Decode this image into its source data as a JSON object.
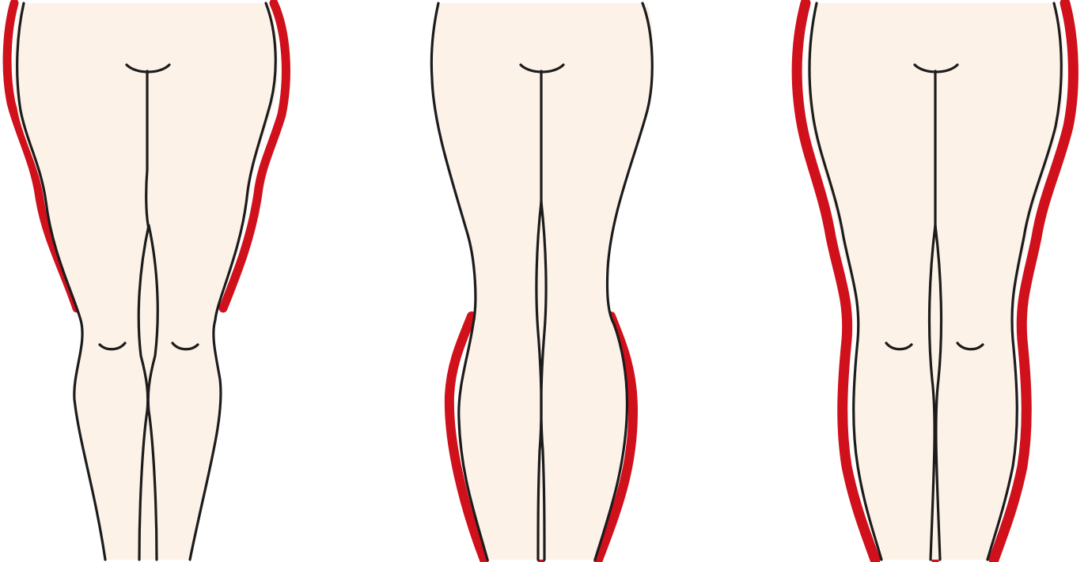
{
  "figure": {
    "panels": [
      {
        "id": "panel-left",
        "highlight": "hips-and-outer-thighs"
      },
      {
        "id": "panel-middle",
        "highlight": "lower-legs"
      },
      {
        "id": "panel-right",
        "highlight": "entire-legs"
      }
    ],
    "colors": {
      "skin": "#fdf2e8",
      "outline": "#1c1c1c",
      "highlight": "#d0101a",
      "background": "#ffffff"
    }
  }
}
